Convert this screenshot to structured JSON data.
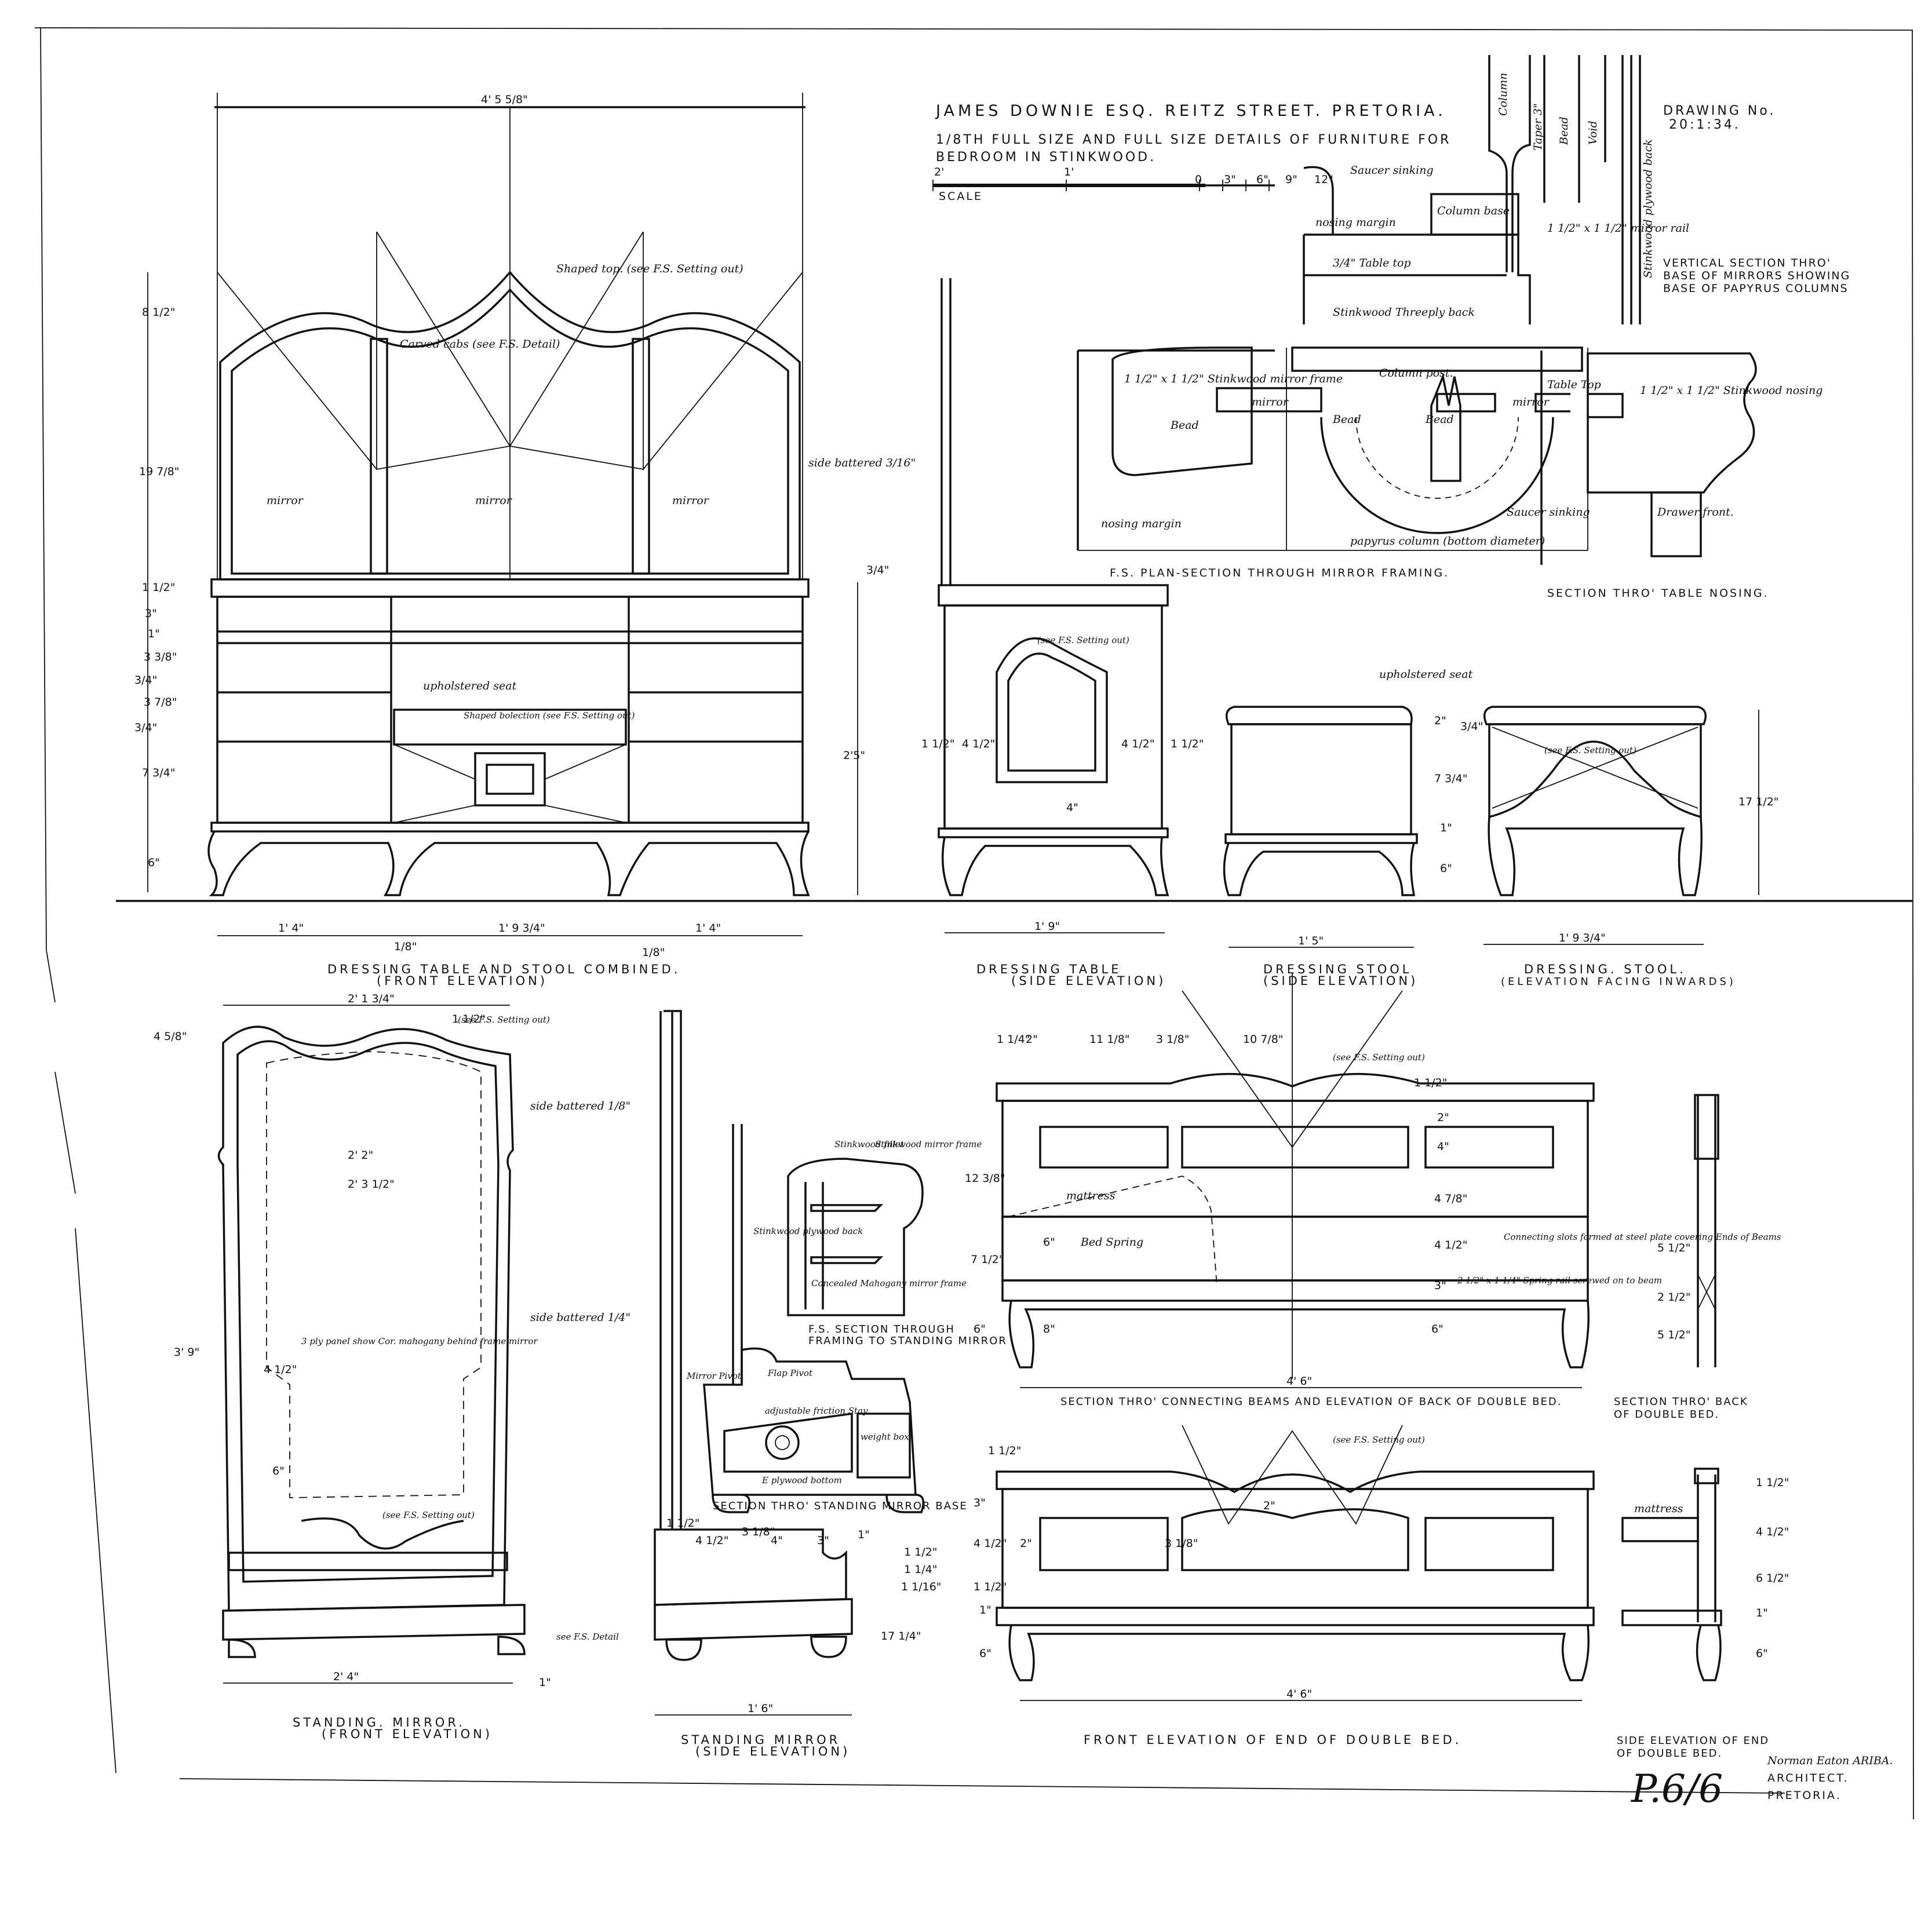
{
  "header": {
    "client_line": "JAMES DOWNIE ESQ. REITZ STREET. PRETORIA.",
    "subtitle_line1": "1/8TH FULL SIZE AND FULL SIZE DETAILS OF FURNITURE FOR",
    "subtitle_line2": "BEDROOM IN STINKWOOD.",
    "drawing_no_label": "DRAWING No.",
    "drawing_no": "20:1:34.",
    "scale_label": "SCALE",
    "scale_ticks": [
      "2'",
      "1'",
      "0",
      "3\"",
      "6\"",
      "9\"",
      "12\""
    ]
  },
  "sections": {
    "vertical_section_line1": "VERTICAL SECTION THRO'",
    "vertical_section_line2": "BASE OF MIRRORS SHOWING",
    "vertical_section_line3": "BASE OF PAPYRUS COLUMNS",
    "plan_section": "F.S. PLAN-SECTION THROUGH MIRROR FRAMING.",
    "table_nosing": "SECTION THRO' TABLE NOSING.",
    "mirror_framing_line1": "F.S. SECTION THROUGH",
    "mirror_framing_line2": "FRAMING TO STANDING MIRROR",
    "mirror_base": "SECTION THRO' STANDING MIRROR BASE",
    "connecting_beams": "SECTION THRO' CONNECTING BEAMS AND ELEVATION OF BACK OF DOUBLE BED.",
    "back_bed_line1": "SECTION THRO' BACK",
    "back_bed_line2": "OF DOUBLE BED."
  },
  "captions": {
    "dressing_combined_1": "DRESSING TABLE AND STOOL COMBINED.",
    "dressing_combined_2": "(FRONT ELEVATION)",
    "dressing_side_1": "DRESSING TABLE",
    "dressing_side_2": "(SIDE ELEVATION)",
    "stool_side_1": "DRESSING STOOL",
    "stool_side_2": "(SIDE ELEVATION)",
    "stool_front_1": "DRESSING. STOOL.",
    "stool_front_2": "(ELEVATION FACING INWARDS)",
    "mirror_front_1": "STANDING. MIRROR.",
    "mirror_front_2": "(FRONT ELEVATION)",
    "mirror_side_1": "STANDING MIRROR",
    "mirror_side_2": "(SIDE ELEVATION)",
    "bed_end_front": "FRONT ELEVATION OF END OF DOUBLE BED.",
    "bed_end_side_1": "SIDE ELEVATION OF END",
    "bed_end_side_2": "OF DOUBLE BED."
  },
  "notes": {
    "shaped_top": "Shaped top. (see F.S. Setting out)",
    "carved_cabs": "Carved cabs (see F.S. Detail)",
    "mirror": "mirror",
    "side_battered_3_16": "side battered 3/16\"",
    "upholstered_seat": "upholstered seat",
    "shaped_bolection": "Shaped bolection (see F.S. Setting out)",
    "see_fs_setting_out": "(see F.S. Setting out)",
    "side_battered_1_8": "side battered 1/8\"",
    "side_battered_1_4": "side battered 1/4\"",
    "plywood_show": "3 ply panel show Cor. mahogany behind frame mirror",
    "see_fs_detail": "see F.S. Detail",
    "mattress": "mattress",
    "bed_spring": "Bed Spring",
    "connecting_slots": "Connecting slots formed at steel plate covering Ends of Beams",
    "spring_rail": "2 1/2\" x 1 1/4\" Spring rail screwed on to beam",
    "adjustable_stay": "adjustable friction Stay",
    "weight_box": "weight box",
    "plywood_bottom": "Ε plywood bottom",
    "mirror_pivot": "Mirror Pivot",
    "flap_pivot": "Flap Pivot",
    "stinkwood_fillet": "Stinkwood fillet",
    "stinkwood_mirror_frame": "Stinkwood mirror frame",
    "concealed_mahogany": "Concealed Mahogany mirror frame",
    "stinkwood_plywood": "Stinkwood plywood back",
    "column_post": "Column post.",
    "bead": "Bead",
    "nosing_margin": "nosing margin",
    "papyrus_column": "papyrus column (bottom diameter)",
    "table_top_label": "3/4\" Table top",
    "stinkwood_threeply": "Stinkwood Threeply back",
    "saucer_sinking": "Saucer sinking",
    "column_base": "Column base",
    "mirror_rail": "1 1/2\" x 1 1/2\" mirror rail",
    "section_1x1": "1 1/2\" x 1 1/2\" Stinkwood nosing",
    "section_mirror_frame": "1 1/2\" x 1 1/2\" Stinkwood mirror frame",
    "drawer_front": "Drawer front.",
    "table_top_short": "Table Top",
    "column_v": "Column",
    "taper_v": "Taper 3\"",
    "bead_v": "Bead",
    "void_v": "Void",
    "ply_back_v": "Stinkwood plywood back"
  },
  "dimensions": {
    "top_width": "4' 5 5/8\"",
    "d_8_half": "8 1/2\"",
    "d_19_7_8": "19 7/8\"",
    "d_1_half": "1 1/2\"",
    "d_3": "3\"",
    "d_1": "1\"",
    "d_3_3_8": "3 3/8\"",
    "d_3_4": "3/4\"",
    "d_3_7_8": "3 7/8\"",
    "d_7_3_4": "7 3/4\"",
    "d_6": "6\"",
    "d_2_5": "2'5\"",
    "d_1_4": "1' 4\"",
    "d_1_9_3_4": "1' 9 3/4\"",
    "d_1_8": "1/8\"",
    "d_1_9": "1' 9\"",
    "d_1_5": "1' 5\"",
    "d_4_half": "4 1/2\"",
    "d_4": "4\"",
    "d_17_half": "17 1/2\"",
    "d_2": "2\"",
    "d_2_1_3_4": "2' 1 3/4\"",
    "d_4_5_8": "4 5/8\"",
    "d_2_2": "2' 2\"",
    "d_2_3_half": "2' 3 1/2\"",
    "d_3_9": "3' 9\"",
    "d_2_4": "2' 4\"",
    "d_1_6": "1' 6\"",
    "d_17_1_4": "17 1/4\"",
    "d_4_6": "4' 6\"",
    "d_11_1_8": "11 1/8\"",
    "d_10_7_8": "10 7/8\"",
    "d_12_3_8": "12 3/8\"",
    "d_7_half": "7 1/2\"",
    "d_4_7_8": "4 7/8\"",
    "d_8": "8\"",
    "d_5_half": "5 1/2\"",
    "d_2_half": "2 1/2\"",
    "d_6_half": "6 1/2\"",
    "d_3_1_8": "3 1/8\"",
    "d_1_1_4": "1 1/4\"",
    "d_1_1_16": "1 1/16\""
  },
  "signature": {
    "page": "P.6/6",
    "architect_name": "Norman Eaton ARIBA.",
    "architect_role": "ARCHITECT.",
    "architect_city": "PRETORIA."
  }
}
